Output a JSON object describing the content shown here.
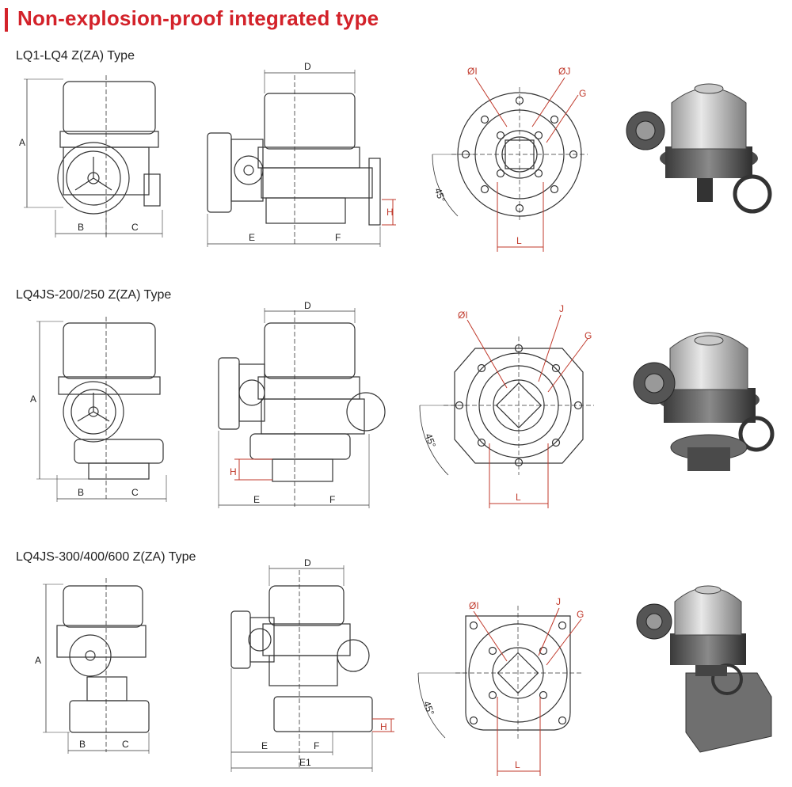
{
  "header": {
    "title": "Non-explosion-proof integrated type"
  },
  "sections": [
    {
      "label": "LQ1-LQ4 Z(ZA) Type",
      "dims": {
        "A": "A",
        "B": "B",
        "C": "C",
        "D": "D",
        "E": "E",
        "F": "F",
        "H": "H",
        "I": "ØI",
        "J": "ØJ",
        "G": "G",
        "L": "L",
        "angle": "45°"
      }
    },
    {
      "label": "LQ4JS-200/250 Z(ZA) Type",
      "dims": {
        "A": "A",
        "B": "B",
        "C": "C",
        "D": "D",
        "E": "E",
        "F": "F",
        "H": "H",
        "I": "ØI",
        "J": "J",
        "G": "G",
        "L": "L",
        "angle": "45°"
      }
    },
    {
      "label": "LQ4JS-300/400/600 Z(ZA) Type",
      "dims": {
        "A": "A",
        "B": "B",
        "C": "C",
        "D": "D",
        "E": "E",
        "F": "F",
        "E1": "E1",
        "H": "H",
        "I": "ØI",
        "J": "J",
        "G": "G",
        "L": "L",
        "angle": "45°"
      }
    }
  ],
  "colors": {
    "accent": "#d3222a",
    "line": "#333333",
    "dimension": "#c0392b"
  }
}
